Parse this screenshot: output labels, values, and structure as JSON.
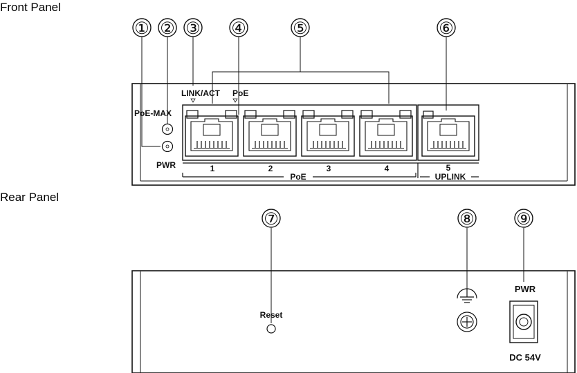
{
  "sections": {
    "front_title": "Front Panel",
    "rear_title": "Rear Panel"
  },
  "front": {
    "callouts": [
      "①",
      "②",
      "③",
      "④",
      "⑤",
      "⑥"
    ],
    "label_poe_max": "PoE-MAX",
    "label_pwr": "PWR",
    "label_link_act": "LINK/ACT",
    "label_poe_led": "PoE",
    "port_numbers": [
      "1",
      "2",
      "3",
      "4",
      "5"
    ],
    "group_poe": "PoE",
    "group_uplink": "UPLINK"
  },
  "rear": {
    "callouts": [
      "⑦",
      "⑧",
      "⑨"
    ],
    "label_reset": "Reset",
    "label_pwr": "PWR",
    "label_dc": "DC 54V"
  }
}
